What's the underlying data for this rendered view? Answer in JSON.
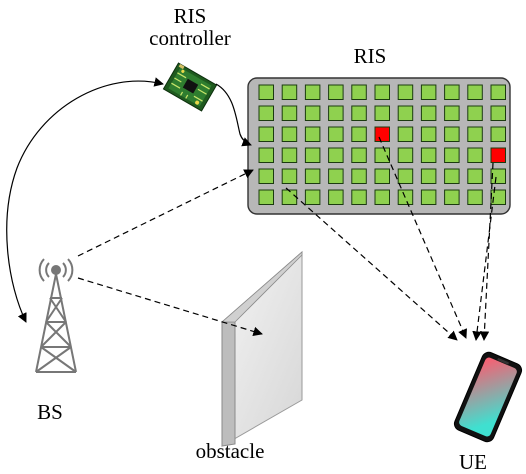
{
  "labels": {
    "ris_controller": [
      "RIS",
      "controller"
    ],
    "ris": "RIS",
    "bs": "BS",
    "obstacle": "obstacle",
    "ue": "UE"
  },
  "ris_array": {
    "rows": 6,
    "cols": 11,
    "highlighted": [
      [
        2,
        5
      ],
      [
        3,
        10
      ]
    ],
    "element_color": "#8fd14f",
    "highlight_color": "#ff0000"
  },
  "colors": {
    "panel": "#b7b7b7",
    "phone_gradient": [
      "#ff5a6e",
      "#3fe0d0"
    ],
    "tower": "#777777",
    "obstacle_front": "#ececec",
    "obstacle_side": "#bdbdbd"
  },
  "icons": [
    "ris-controller-board-icon",
    "base-station-tower-icon",
    "smartphone-icon"
  ]
}
